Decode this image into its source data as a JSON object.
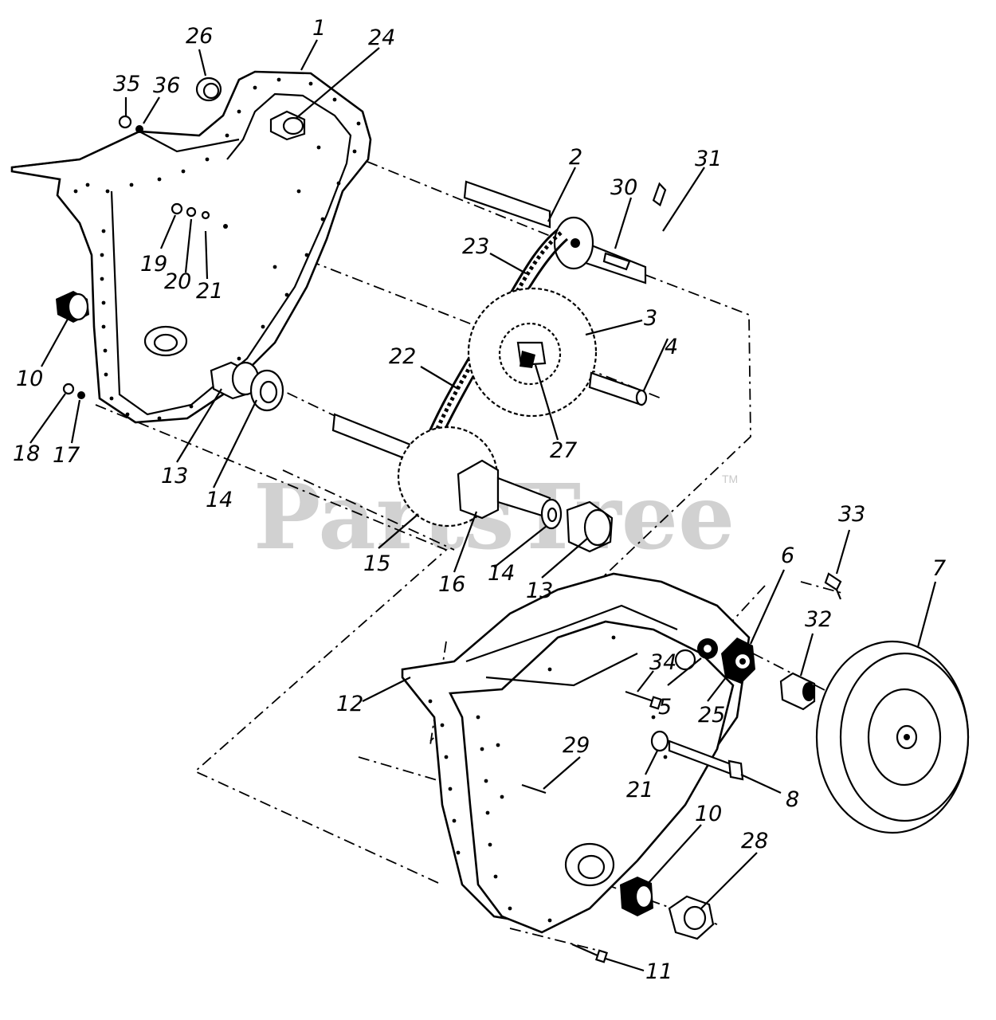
{
  "watermark": {
    "text": "PartsTree",
    "tm": "TM"
  },
  "callouts": [
    {
      "id": "lbl-26",
      "text": "26"
    },
    {
      "id": "lbl-1",
      "text": "1"
    },
    {
      "id": "lbl-24",
      "text": "24"
    },
    {
      "id": "lbl-35",
      "text": "35"
    },
    {
      "id": "lbl-36",
      "text": "36"
    },
    {
      "id": "lbl-2",
      "text": "2"
    },
    {
      "id": "lbl-30",
      "text": "30"
    },
    {
      "id": "lbl-31",
      "text": "31"
    },
    {
      "id": "lbl-23",
      "text": "23"
    },
    {
      "id": "lbl-19",
      "text": "19"
    },
    {
      "id": "lbl-20",
      "text": "20"
    },
    {
      "id": "lbl-21a",
      "text": "21"
    },
    {
      "id": "lbl-3",
      "text": "3"
    },
    {
      "id": "lbl-4",
      "text": "4"
    },
    {
      "id": "lbl-22",
      "text": "22"
    },
    {
      "id": "lbl-10a",
      "text": "10"
    },
    {
      "id": "lbl-27",
      "text": "27"
    },
    {
      "id": "lbl-18",
      "text": "18"
    },
    {
      "id": "lbl-17",
      "text": "17"
    },
    {
      "id": "lbl-13a",
      "text": "13"
    },
    {
      "id": "lbl-14a",
      "text": "14"
    },
    {
      "id": "lbl-15",
      "text": "15"
    },
    {
      "id": "lbl-16",
      "text": "16"
    },
    {
      "id": "lbl-14b",
      "text": "14"
    },
    {
      "id": "lbl-13b",
      "text": "13"
    },
    {
      "id": "lbl-33",
      "text": "33"
    },
    {
      "id": "lbl-6",
      "text": "6"
    },
    {
      "id": "lbl-7",
      "text": "7"
    },
    {
      "id": "lbl-32",
      "text": "32"
    },
    {
      "id": "lbl-34",
      "text": "34"
    },
    {
      "id": "lbl-12",
      "text": "12"
    },
    {
      "id": "lbl-5",
      "text": "5"
    },
    {
      "id": "lbl-25",
      "text": "25"
    },
    {
      "id": "lbl-29",
      "text": "29"
    },
    {
      "id": "lbl-21b",
      "text": "21"
    },
    {
      "id": "lbl-8",
      "text": "8"
    },
    {
      "id": "lbl-10b",
      "text": "10"
    },
    {
      "id": "lbl-28",
      "text": "28"
    },
    {
      "id": "lbl-11",
      "text": "11"
    }
  ]
}
